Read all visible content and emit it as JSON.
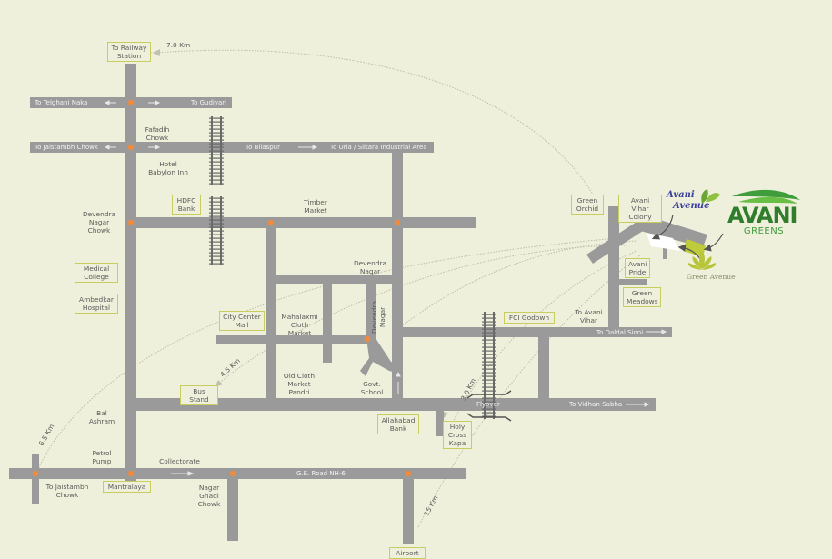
{
  "colors": {
    "background": "#eff0db",
    "road": "#9a9a9a",
    "junction": "#f08a3c",
    "label_border": "#c9cc5e",
    "brand_green": "#2f7d2d",
    "brand_light_green": "#6abf3a",
    "avenue_blue": "#3a3f9c"
  },
  "boxed_labels": {
    "railway_station": "To Railway\nStation",
    "hdfc_bank": "HDFC\nBank",
    "medical_college": "Medical\nCollege",
    "ambedkar_hospital": "Ambedkar\nHospital",
    "city_center_mall": "City Center\nMall",
    "bus_stand": "Bus Stand",
    "mantralaya": "Mantralaya",
    "allahabad_bank": "Allahabad\nBank",
    "holy_cross_kapa": "Holy\nCross\nKapa",
    "fci_godown": "FCI Godown",
    "green_orchid": "Green\nOrchid",
    "avani_vihar_colony": "Avani Vihar\nColony",
    "avani_pride": "Avani\nPride",
    "green_meadows": "Green\nMeadows",
    "airport": "Airport"
  },
  "place_labels": {
    "fafadih_chowk": "Fafadih\nChowk",
    "hotel_babylon_inn": "Hotel\nBabylon Inn",
    "devendra_nagar_chowk": "Devendra\nNagar\nChowk",
    "timber_market": "Timber\nMarket",
    "devendra_nagar": "Devendra\nNagar",
    "devendra_nagar_vertical": "Devendra\nNagar",
    "mahalaxmi_cloth_market": "Mahalaxmi\nCloth\nMarket",
    "old_cloth_market_pandri": "Old Cloth\nMarket\nPandri",
    "govt_school": "Govt.\nSchool",
    "bal_ashram": "Bal\nAshram",
    "petrol_pump": "Petrol\nPump",
    "collectorate": "Collectorate",
    "to_jaistambh_chowk_bottom": "To Jaistambh\nChowk",
    "nagar_ghadi_chowk": "Nagar\nGhadi\nChowk",
    "to_avani_vihar": "To Avani\nVihar"
  },
  "road_labels": {
    "telghani_naka": "To Telghani Naka",
    "gudiyari": "To Gudiyari",
    "jaistambh_chowk": "To Jaistambh Chowk",
    "bilaspur": "To Bilaspur",
    "urla_siltara": "To Urla / Siltara Industrial Area",
    "daldal_sioni": "To Daldal Sioni",
    "flyover": "Flyover",
    "vidhan_sabha": "To Vidhan-Sabha",
    "ge_road": "G.E. Road NH-6"
  },
  "distances": {
    "railway": "7.0 Km",
    "bus_stand": "4.5 Km",
    "jaistambh": "6.5 Km",
    "holy_cross": "3.0 Km",
    "airport": "15 Km"
  },
  "brand": {
    "avani": "AVANI",
    "greens": "GREENS",
    "avani_avenue_line1": "Avani",
    "avani_avenue_line2": "Avenue",
    "green_avenue": "Green Avenue"
  }
}
